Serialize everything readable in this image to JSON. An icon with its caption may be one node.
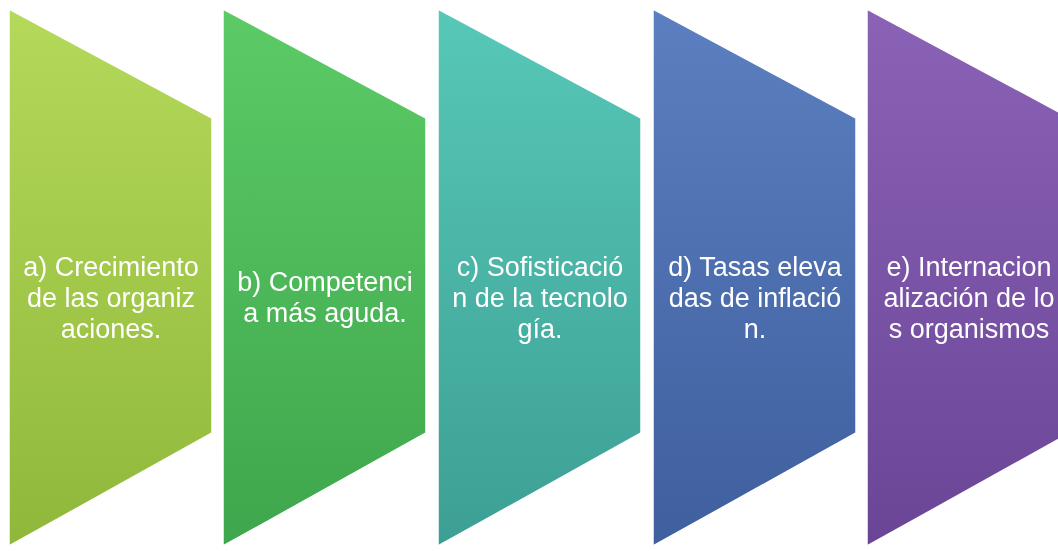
{
  "diagram": {
    "nodes": [
      {
        "text": [
          "a) Crecimiento de las organizaciones."
        ]
      },
      {
        "text": [
          "b) Competencia más aguda."
        ]
      },
      {
        "text": [
          "c) Sofisticación de la tecnología."
        ]
      },
      {
        "text": [
          "d) Tasas elevadas de inflación."
        ]
      },
      {
        "text": [
          "e) Internacionalización de los organismos"
        ]
      }
    ]
  }
}
